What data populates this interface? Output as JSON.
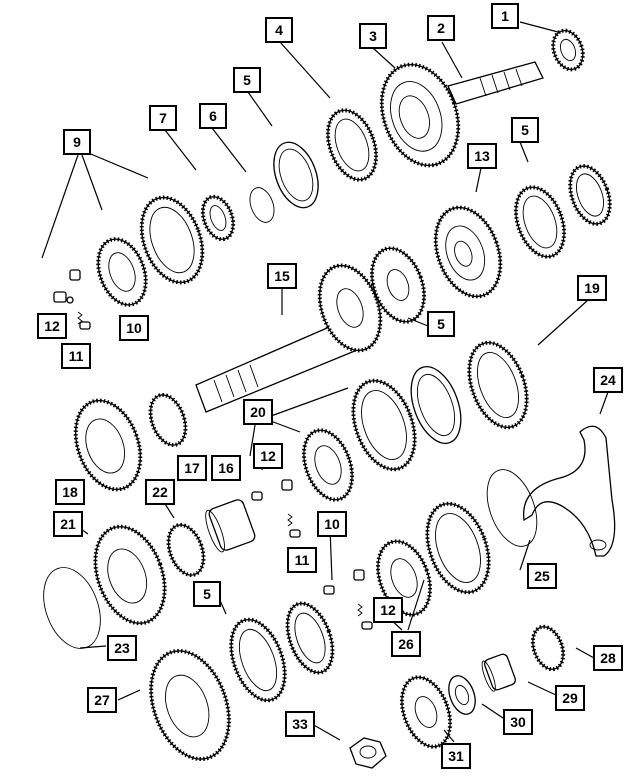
{
  "diagram": {
    "labels": [
      "1",
      "2",
      "3",
      "4",
      "5",
      "6",
      "7",
      "9",
      "12",
      "10",
      "11",
      "13",
      "5",
      "15",
      "5",
      "19",
      "24",
      "20",
      "17",
      "16",
      "12",
      "18",
      "22",
      "21",
      "10",
      "11",
      "5",
      "23",
      "12",
      "26",
      "25",
      "28",
      "27",
      "29",
      "30",
      "33",
      "31"
    ]
  }
}
